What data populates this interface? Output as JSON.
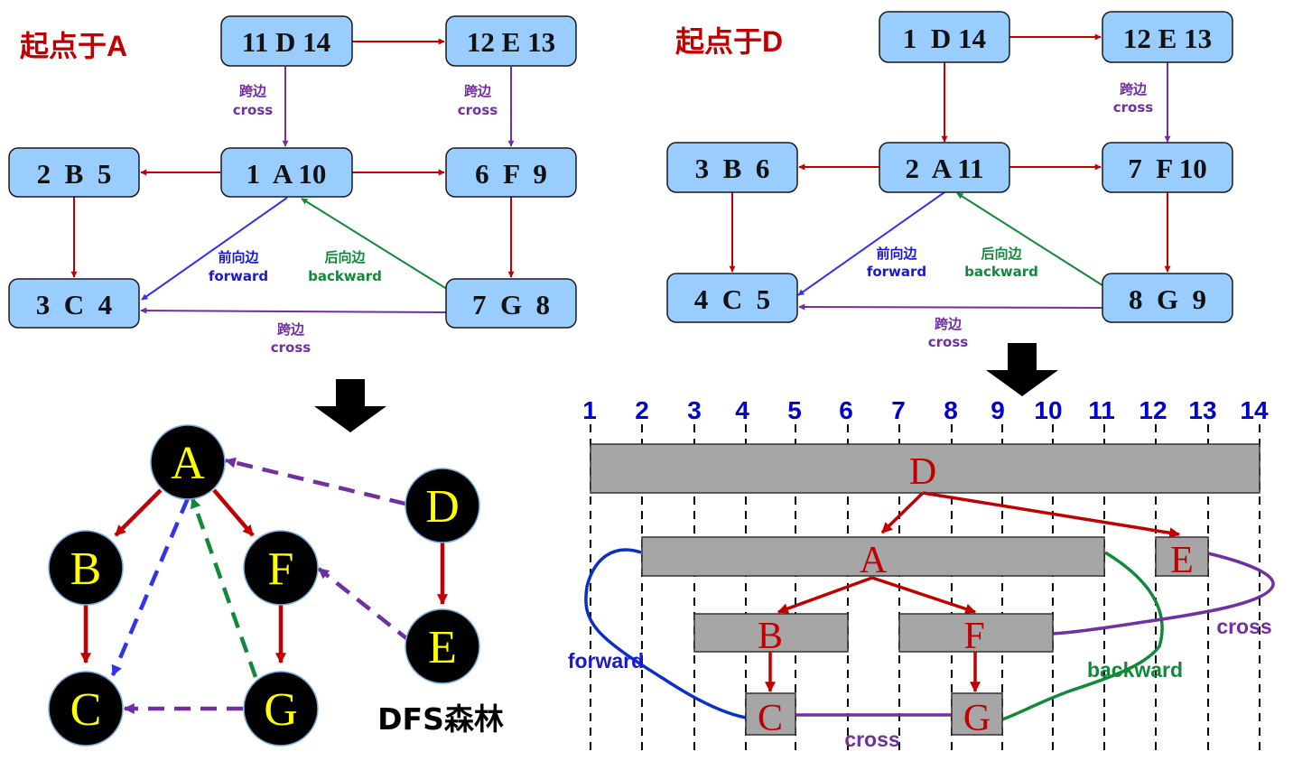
{
  "left": {
    "title": "起点于A",
    "nodes": {
      "D": "11 D 14",
      "E": "12 E 13",
      "B": "2  B  5",
      "A": "1  A 10",
      "F": "6  F  9",
      "C": "3  C  4",
      "G": "7  G  8"
    },
    "labels": {
      "cross_zh_1": "跨边",
      "cross_en_1": "cross",
      "cross_zh_2": "跨边",
      "cross_en_2": "cross",
      "forward_zh": "前向边",
      "forward_en": "forward",
      "backward_zh": "后向边",
      "backward_en": "backward",
      "cross_zh_3": "跨边",
      "cross_en_3": "cross"
    }
  },
  "right": {
    "title": "起点于D",
    "nodes": {
      "D": "1  D 14",
      "E": "12 E 13",
      "B": "3  B  6",
      "A": "2  A 11",
      "F": "7  F 10",
      "C": "4  C  5",
      "G": "8  G  9"
    },
    "labels": {
      "cross_zh_1": "跨边",
      "cross_en_1": "cross",
      "forward_zh": "前向边",
      "forward_en": "forward",
      "backward_zh": "后向边",
      "backward_en": "backward",
      "cross_zh_2": "跨边",
      "cross_en_2": "cross"
    }
  },
  "forest": {
    "caption": "DFS森林",
    "nodes": [
      "A",
      "B",
      "F",
      "C",
      "G",
      "D",
      "E"
    ]
  },
  "timeline": {
    "ticks": [
      "1",
      "2",
      "3",
      "4",
      "5",
      "6",
      "7",
      "8",
      "9",
      "10",
      "11",
      "12",
      "13",
      "14"
    ],
    "bars": [
      "D",
      "A",
      "E",
      "B",
      "F",
      "C",
      "G"
    ],
    "labels": {
      "forward": "forward",
      "backward": "backward",
      "cross_right": "cross",
      "cross_bottom": "cross"
    }
  },
  "colors": {
    "tree_edge": "#c00000",
    "cross_edge": "#7030a0",
    "forward_edge": "#3333ee",
    "backward_edge": "#11883a",
    "node_fill": "#99ccff",
    "forest_letter": "#ffff00",
    "tick_color": "#0000cc"
  },
  "icons": [
    "down-arrow-icon",
    "down-arrow-icon"
  ]
}
